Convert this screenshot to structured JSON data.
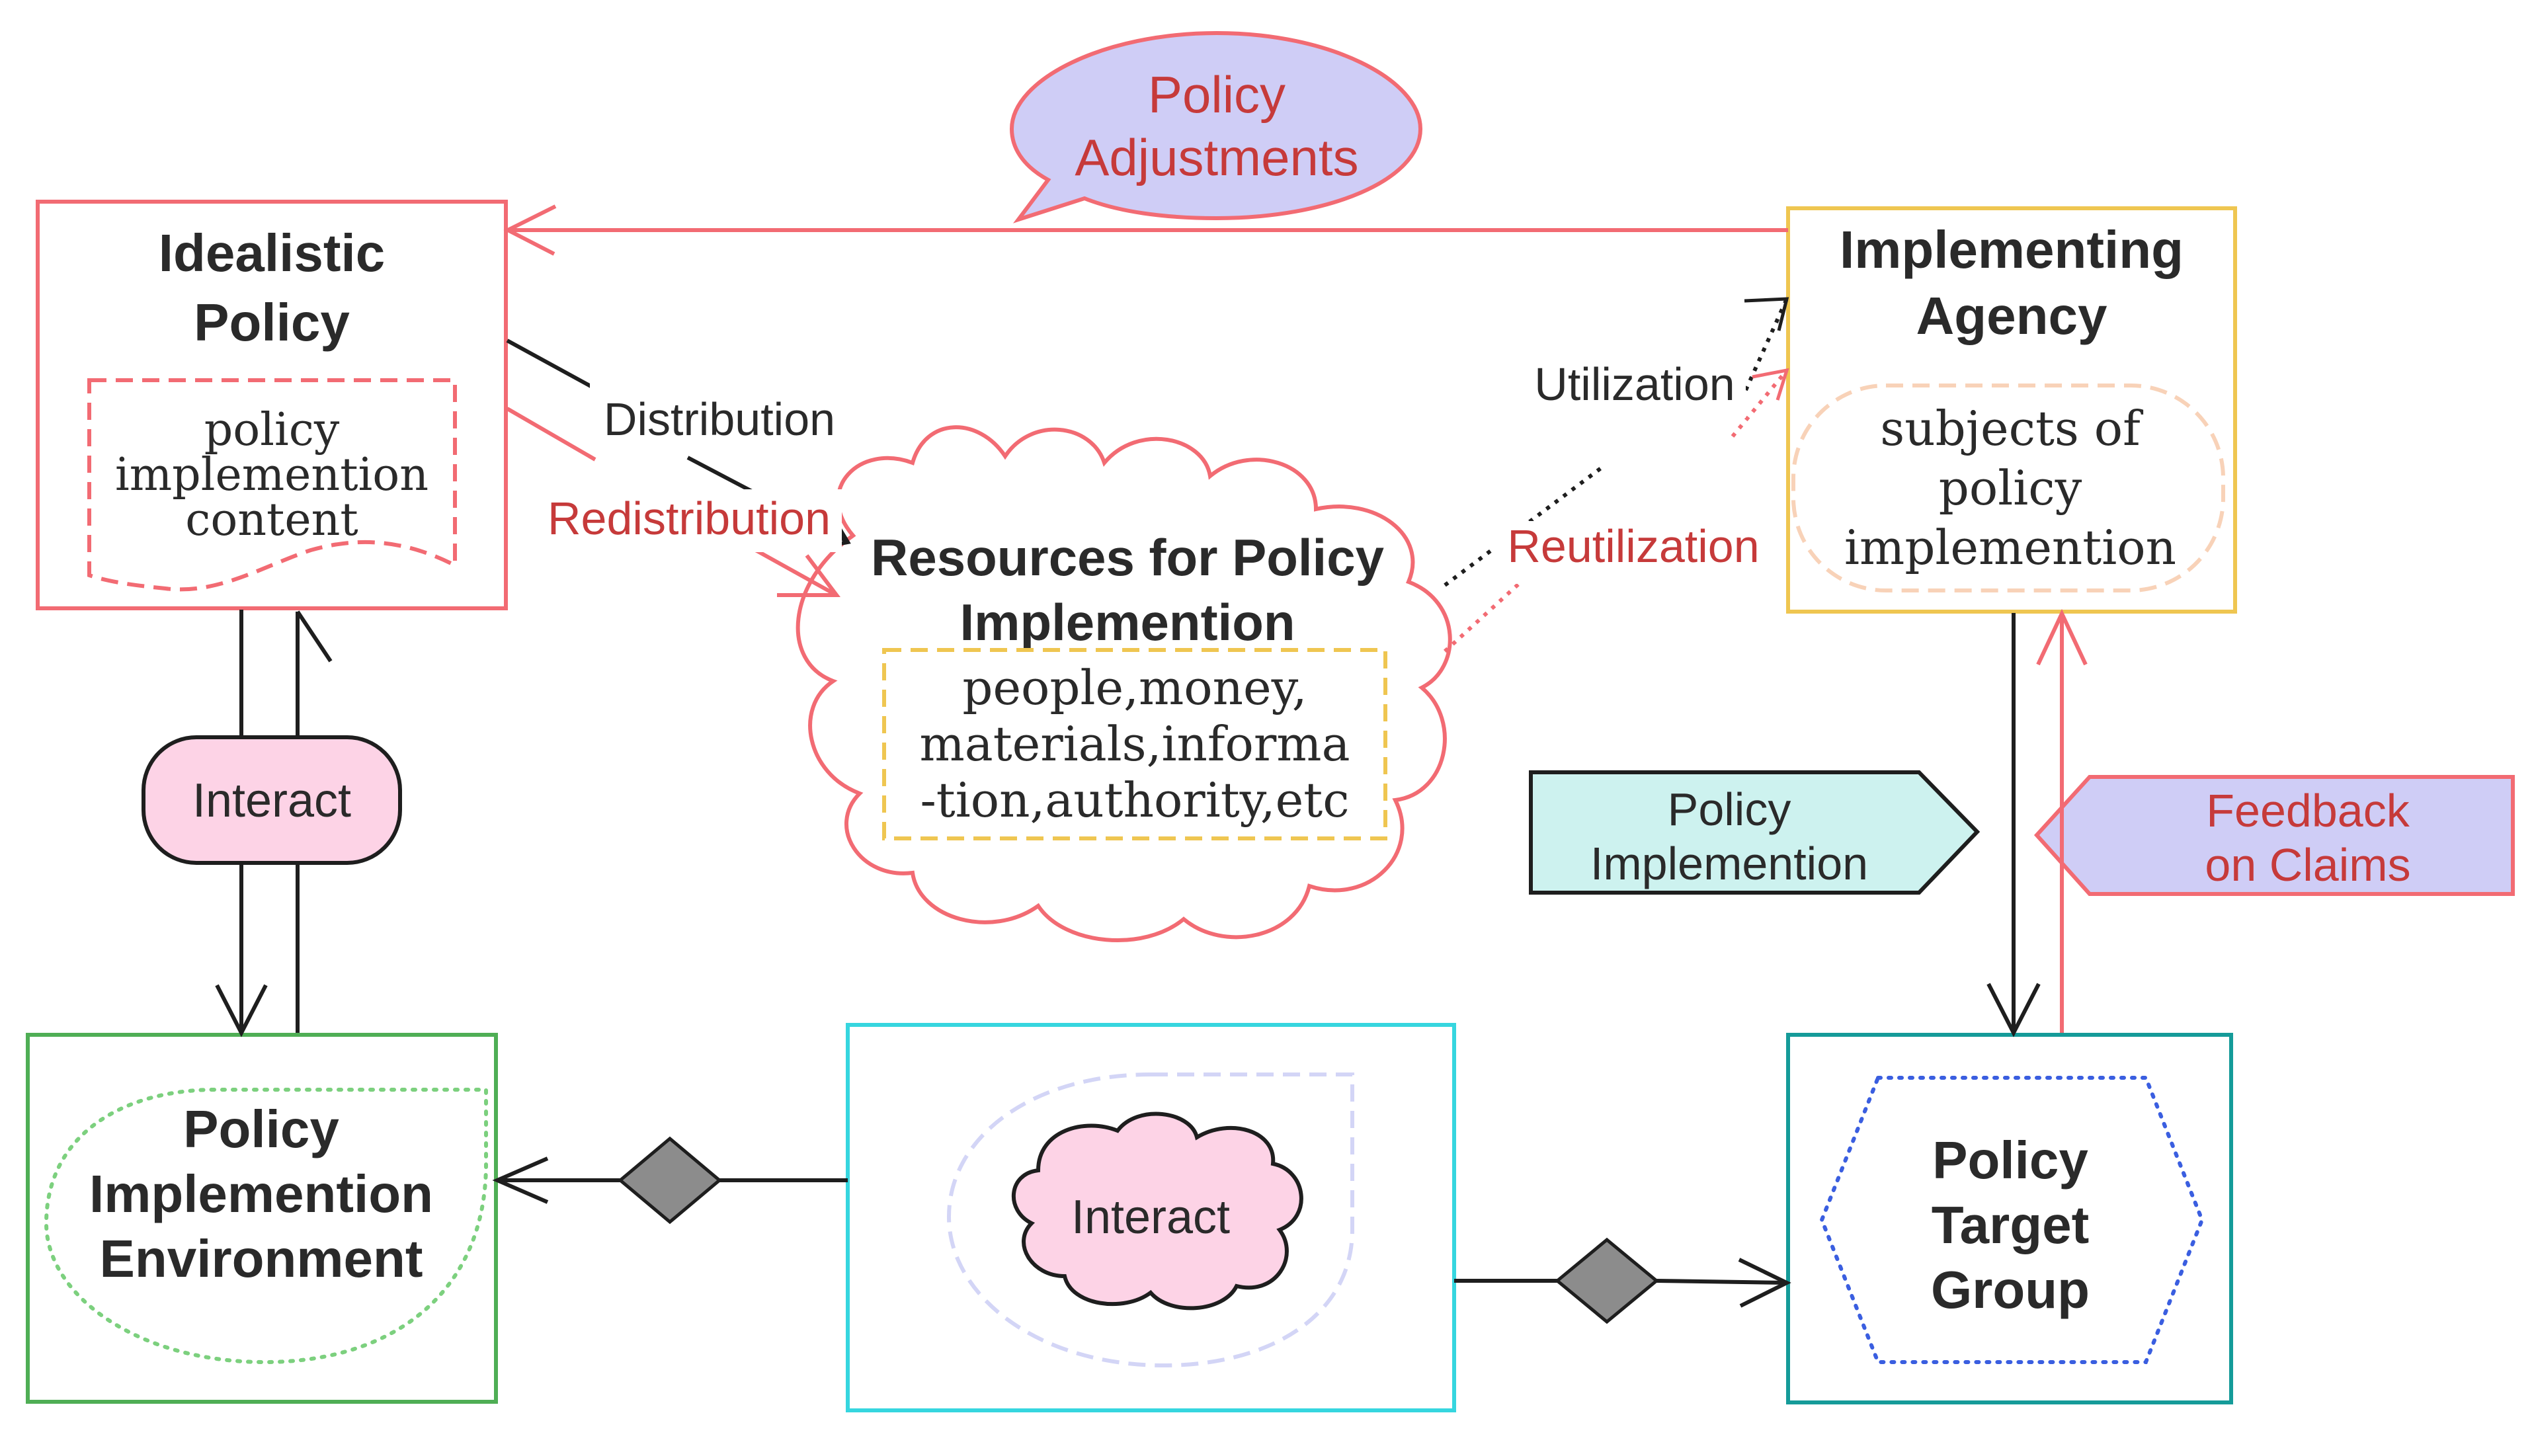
{
  "colors": {
    "red": "#f26b73",
    "dark_red": "#c63a3a",
    "yellow": "#efc651",
    "green": "#4fae55",
    "cyan": "#36d6df",
    "teal": "#159b99",
    "pink_fill": "#fdd3e6",
    "lavender_fill": "#cfcdf6",
    "mint_fill": "#cdf2ef",
    "gray_diamond": "#8c8c8c",
    "dark": "#2a2a2a"
  },
  "nodes": {
    "idealistic_policy": {
      "title_lines": [
        "Idealistic",
        "Policy"
      ],
      "content_lines": [
        "policy",
        "implemention",
        "content"
      ]
    },
    "implementing_agency": {
      "title_lines": [
        "Implementing",
        "Agency"
      ],
      "content_lines": [
        "subjects of",
        "policy",
        "implemention"
      ]
    },
    "resources": {
      "title_lines": [
        "Resources for Policy",
        "Implemention"
      ],
      "content_lines": [
        "people,money,",
        "materials,informa",
        "-tion,authority,etc"
      ]
    },
    "environment": {
      "title_lines": [
        "Policy",
        "Implemention",
        "Environment"
      ]
    },
    "target_group": {
      "title_lines": [
        "Policy",
        "Target",
        "Group"
      ]
    },
    "center_interact": {
      "label": "Interact"
    }
  },
  "callouts": {
    "policy_adjustments": [
      "Policy",
      "Adjustments"
    ],
    "policy_implemention": [
      "Policy",
      "Implemention"
    ],
    "feedback_on_claims": [
      "Feedback",
      "on Claims"
    ],
    "left_interact": "Interact"
  },
  "edge_labels": {
    "distribution": "Distribution",
    "redistribution": "Redistribution",
    "utilization": "Utilization",
    "reutilization": "Reutilization"
  }
}
